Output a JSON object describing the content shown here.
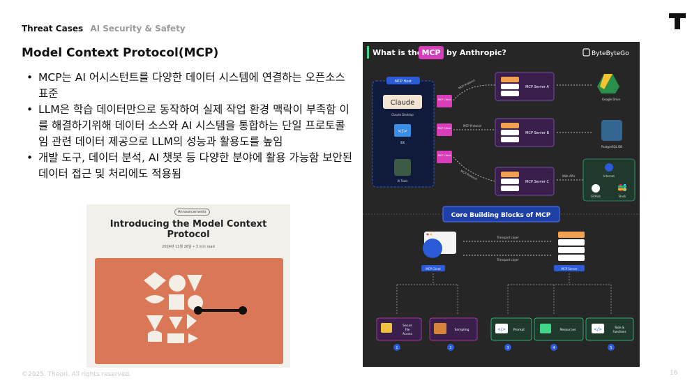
{
  "header": {
    "section": "Threat Cases",
    "subsection": "AI Security & Safety"
  },
  "title": "Model Context Protocol(MCP)",
  "bullets": [
    "MCP는 AI 어시스턴트를 다양한 데이터 시스템에 연결하는 오픈소스 표준",
    "LLM은 학습 데이터만으로 동작하여 실제 작업 환경 맥락이 부족함 이를 해결하기위해  데이터 소스와 AI 시스템을 통합하는 단일 프로토콜임 관련 데이터 제공으로 LLM의 성능과 활용도를 높임",
    "개발 도구, 데이터 분석, AI 챗봇 등 다양한 분야에 활용 가능함 보안된 데이터 접근 및 처리에도 적용됨"
  ],
  "announcement": {
    "tag": "Announcements",
    "title_line1": "Introducing the Model Context",
    "title_line2": "Protocol",
    "meta": "2024년 11월 26일  •  3 min read"
  },
  "diagram": {
    "title_prefix": "What is the",
    "title_highlight": "MCP",
    "title_suffix": "by Anthropic?",
    "brand": "ByteByteGo",
    "host_label": "MCP Host",
    "host_apps": [
      "Claude",
      "Claude Desktop",
      "IDE",
      "AI Tools"
    ],
    "client_label": "MCP Client",
    "protocol_label": "MCP Protocol",
    "servers": [
      "MCP Server A",
      "MCP Server B",
      "MCP Server C"
    ],
    "web_apis": "Web APIs",
    "services": [
      "Google Drive",
      "PostgreSQL DB",
      "Internet",
      "GitHub",
      "Slack"
    ],
    "core_label": "Core Building Blocks of MCP",
    "transport_label": "Transport Layer",
    "core_client": "MCP Client",
    "core_server": "MCP Server",
    "blocks": [
      {
        "num": "1",
        "label": "Secure File Access"
      },
      {
        "num": "2",
        "label": "Sampling"
      },
      {
        "num": "3",
        "label": "Prompt"
      },
      {
        "num": "4",
        "label": "Resources"
      },
      {
        "num": "5",
        "label": "Tools & Functions"
      }
    ]
  },
  "footer": "©2025. Theori. All rights reserved.",
  "page_number": "16",
  "colors": {
    "accent_pink": "#d63fb9",
    "purple_box": "#3a1f4d",
    "blue_badge": "#2b5bd7",
    "orange_art": "#d97757",
    "green_box": "#1f3a2d"
  }
}
